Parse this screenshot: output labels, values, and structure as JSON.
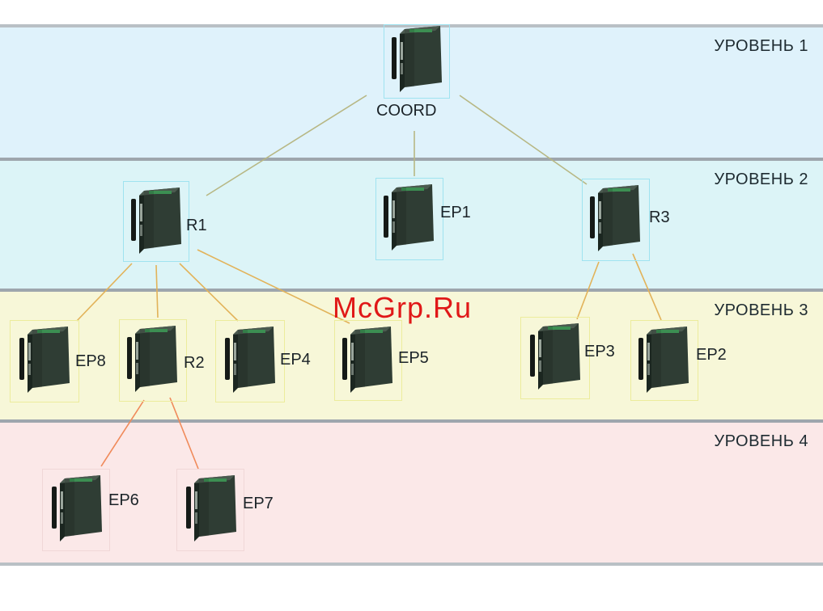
{
  "levels": [
    {
      "label": "УРОВЕНЬ 1"
    },
    {
      "label": "УРОВЕНЬ 2"
    },
    {
      "label": "УРОВЕНЬ 3"
    },
    {
      "label": "УРОВЕНЬ 4"
    }
  ],
  "nodes": {
    "coord": "COORD",
    "r1": "R1",
    "ep1": "EP1",
    "r3": "R3",
    "ep8": "EP8",
    "r2": "R2",
    "ep4": "EP4",
    "ep5": "EP5",
    "ep3": "EP3",
    "ep2": "EP2",
    "ep6": "EP6",
    "ep7": "EP7"
  },
  "watermark": "McGrp.Ru",
  "colors": {
    "link_level_1_2": "#b7b784",
    "link_level_2_3": "#e2b35a",
    "link_level_3_4": "#f08a5a",
    "device_body": "#2b3a32"
  },
  "icons": {
    "device": "wireless-module-icon"
  }
}
